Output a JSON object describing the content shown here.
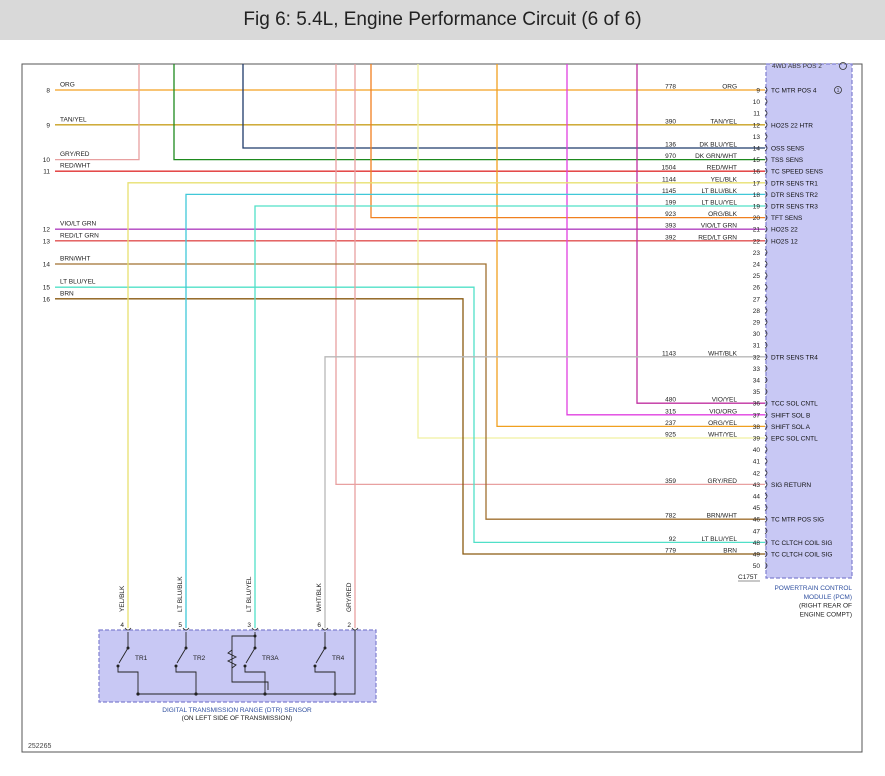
{
  "title": "Fig 6: 5.4L, Engine Performance Circuit (6 of 6)",
  "figure_id": "252265",
  "pcm": {
    "top_label": "4WD ABS POS 2",
    "label_lines": [
      "POWERTRAIN CONTROL",
      "MODULE (PCM)",
      "(RIGHT REAR OF",
      "ENGINE COMPT)"
    ],
    "connector": "C175T",
    "pins": [
      {
        "pin": "9",
        "circuit": "778",
        "color": "ORG",
        "signal": "TC MTR POS 4"
      },
      {
        "pin": "10",
        "circuit": "",
        "color": "",
        "signal": ""
      },
      {
        "pin": "11",
        "circuit": "",
        "color": "",
        "signal": ""
      },
      {
        "pin": "12",
        "circuit": "390",
        "color": "TAN/YEL",
        "signal": "HO2S 22 HTR"
      },
      {
        "pin": "13",
        "circuit": "",
        "color": "",
        "signal": ""
      },
      {
        "pin": "14",
        "circuit": "136",
        "color": "DK BLU/YEL",
        "signal": "OSS SENS"
      },
      {
        "pin": "15",
        "circuit": "970",
        "color": "DK GRN/WHT",
        "signal": "TSS SENS"
      },
      {
        "pin": "16",
        "circuit": "1504",
        "color": "RED/WHT",
        "signal": "TC SPEED SENS"
      },
      {
        "pin": "17",
        "circuit": "1144",
        "color": "YEL/BLK",
        "signal": "DTR SENS TR1"
      },
      {
        "pin": "18",
        "circuit": "1145",
        "color": "LT BLU/BLK",
        "signal": "DTR SENS TR2"
      },
      {
        "pin": "19",
        "circuit": "199",
        "color": "LT BLU/YEL",
        "signal": "DTR SENS TR3"
      },
      {
        "pin": "20",
        "circuit": "923",
        "color": "ORG/BLK",
        "signal": "TFT SENS"
      },
      {
        "pin": "21",
        "circuit": "393",
        "color": "VIO/LT GRN",
        "signal": "HO2S 22"
      },
      {
        "pin": "22",
        "circuit": "392",
        "color": "RED/LT GRN",
        "signal": "HO2S 12"
      },
      {
        "pin": "23",
        "circuit": "",
        "color": "",
        "signal": ""
      },
      {
        "pin": "24",
        "circuit": "",
        "color": "",
        "signal": ""
      },
      {
        "pin": "25",
        "circuit": "",
        "color": "",
        "signal": ""
      },
      {
        "pin": "26",
        "circuit": "",
        "color": "",
        "signal": ""
      },
      {
        "pin": "27",
        "circuit": "",
        "color": "",
        "signal": ""
      },
      {
        "pin": "28",
        "circuit": "",
        "color": "",
        "signal": ""
      },
      {
        "pin": "29",
        "circuit": "",
        "color": "",
        "signal": ""
      },
      {
        "pin": "30",
        "circuit": "",
        "color": "",
        "signal": ""
      },
      {
        "pin": "31",
        "circuit": "",
        "color": "",
        "signal": ""
      },
      {
        "pin": "32",
        "circuit": "1143",
        "color": "WHT/BLK",
        "signal": "DTR SENS TR4"
      },
      {
        "pin": "33",
        "circuit": "",
        "color": "",
        "signal": ""
      },
      {
        "pin": "34",
        "circuit": "",
        "color": "",
        "signal": ""
      },
      {
        "pin": "35",
        "circuit": "",
        "color": "",
        "signal": ""
      },
      {
        "pin": "36",
        "circuit": "480",
        "color": "VIO/YEL",
        "signal": "TCC SOL CNTL"
      },
      {
        "pin": "37",
        "circuit": "315",
        "color": "VIO/ORG",
        "signal": "SHIFT SOL B"
      },
      {
        "pin": "38",
        "circuit": "237",
        "color": "ORG/YEL",
        "signal": "SHIFT SOL A"
      },
      {
        "pin": "39",
        "circuit": "925",
        "color": "WHT/YEL",
        "signal": "EPC SOL CNTL"
      },
      {
        "pin": "40",
        "circuit": "",
        "color": "",
        "signal": ""
      },
      {
        "pin": "41",
        "circuit": "",
        "color": "",
        "signal": ""
      },
      {
        "pin": "42",
        "circuit": "",
        "color": "",
        "signal": ""
      },
      {
        "pin": "43",
        "circuit": "359",
        "color": "GRY/RED",
        "signal": "SIG RETURN"
      },
      {
        "pin": "44",
        "circuit": "",
        "color": "",
        "signal": ""
      },
      {
        "pin": "45",
        "circuit": "",
        "color": "",
        "signal": ""
      },
      {
        "pin": "46",
        "circuit": "782",
        "color": "BRN/WHT",
        "signal": "TC MTR POS SIG"
      },
      {
        "pin": "47",
        "circuit": "",
        "color": "",
        "signal": ""
      },
      {
        "pin": "48",
        "circuit": "92",
        "color": "LT BLU/YEL",
        "signal": "TC CLTCH COIL SIG"
      },
      {
        "pin": "49",
        "circuit": "779",
        "color": "BRN",
        "signal": "TC CLTCH COIL SIG"
      },
      {
        "pin": "50",
        "circuit": "",
        "color": "",
        "signal": ""
      }
    ]
  },
  "left_wires": [
    {
      "num": "8",
      "color": "ORG"
    },
    {
      "num": "9",
      "color": "TAN/YEL"
    },
    {
      "num": "10",
      "color": "GRY/RED"
    },
    {
      "num": "11",
      "color": "RED/WHT"
    },
    {
      "num": "12",
      "color": "VIO/LT GRN"
    },
    {
      "num": "13",
      "color": "RED/LT GRN"
    },
    {
      "num": "14",
      "color": "BRN/WHT"
    },
    {
      "num": "15",
      "color": "LT BLU/YEL"
    },
    {
      "num": "16",
      "color": "BRN"
    }
  ],
  "dtr": {
    "label_lines": [
      "DIGITAL TRANSMISSION RANGE (DTR) SENSOR",
      "(ON LEFT SIDE OF TRANSMISSION)"
    ],
    "pins": [
      {
        "pin": "4",
        "wire": "YEL/BLK"
      },
      {
        "pin": "5",
        "wire": "LT BLU/BLK"
      },
      {
        "pin": "3",
        "wire": "LT BLU/YEL"
      },
      {
        "pin": "6",
        "wire": "WHT/BLK"
      },
      {
        "pin": "2",
        "wire": "GRY/RED"
      }
    ],
    "switches": [
      "TR1",
      "TR2",
      "TR3A",
      "TR4"
    ]
  },
  "colors": {
    "ORG": "#f4a020",
    "TAN/YEL": "#c8a020",
    "GRY/RED": "#e8a0a0",
    "RED/WHT": "#e03030",
    "DK BLU/YEL": "#1e3a6a",
    "DK GRN/WHT": "#1e8a1e",
    "YEL/BLK": "#e8e070",
    "LT BLU/BLK": "#40c8d8",
    "LT BLU/YEL": "#50e0c8",
    "ORG/BLK": "#f08020",
    "VIO/LT GRN": "#b040c0",
    "RED/LT GRN": "#e05050",
    "WHT/BLK": "#b8b8b8",
    "VIO/YEL": "#c030a0",
    "VIO/ORG": "#e040e0",
    "ORG/YEL": "#f0a020",
    "WHT/YEL": "#f0f0a0",
    "BRN/WHT": "#a07030",
    "BRN": "#8a5a10",
    "box_fill": "#c8c8f4",
    "box_stroke": "#8080d0",
    "label_blue": "#3050a0"
  }
}
